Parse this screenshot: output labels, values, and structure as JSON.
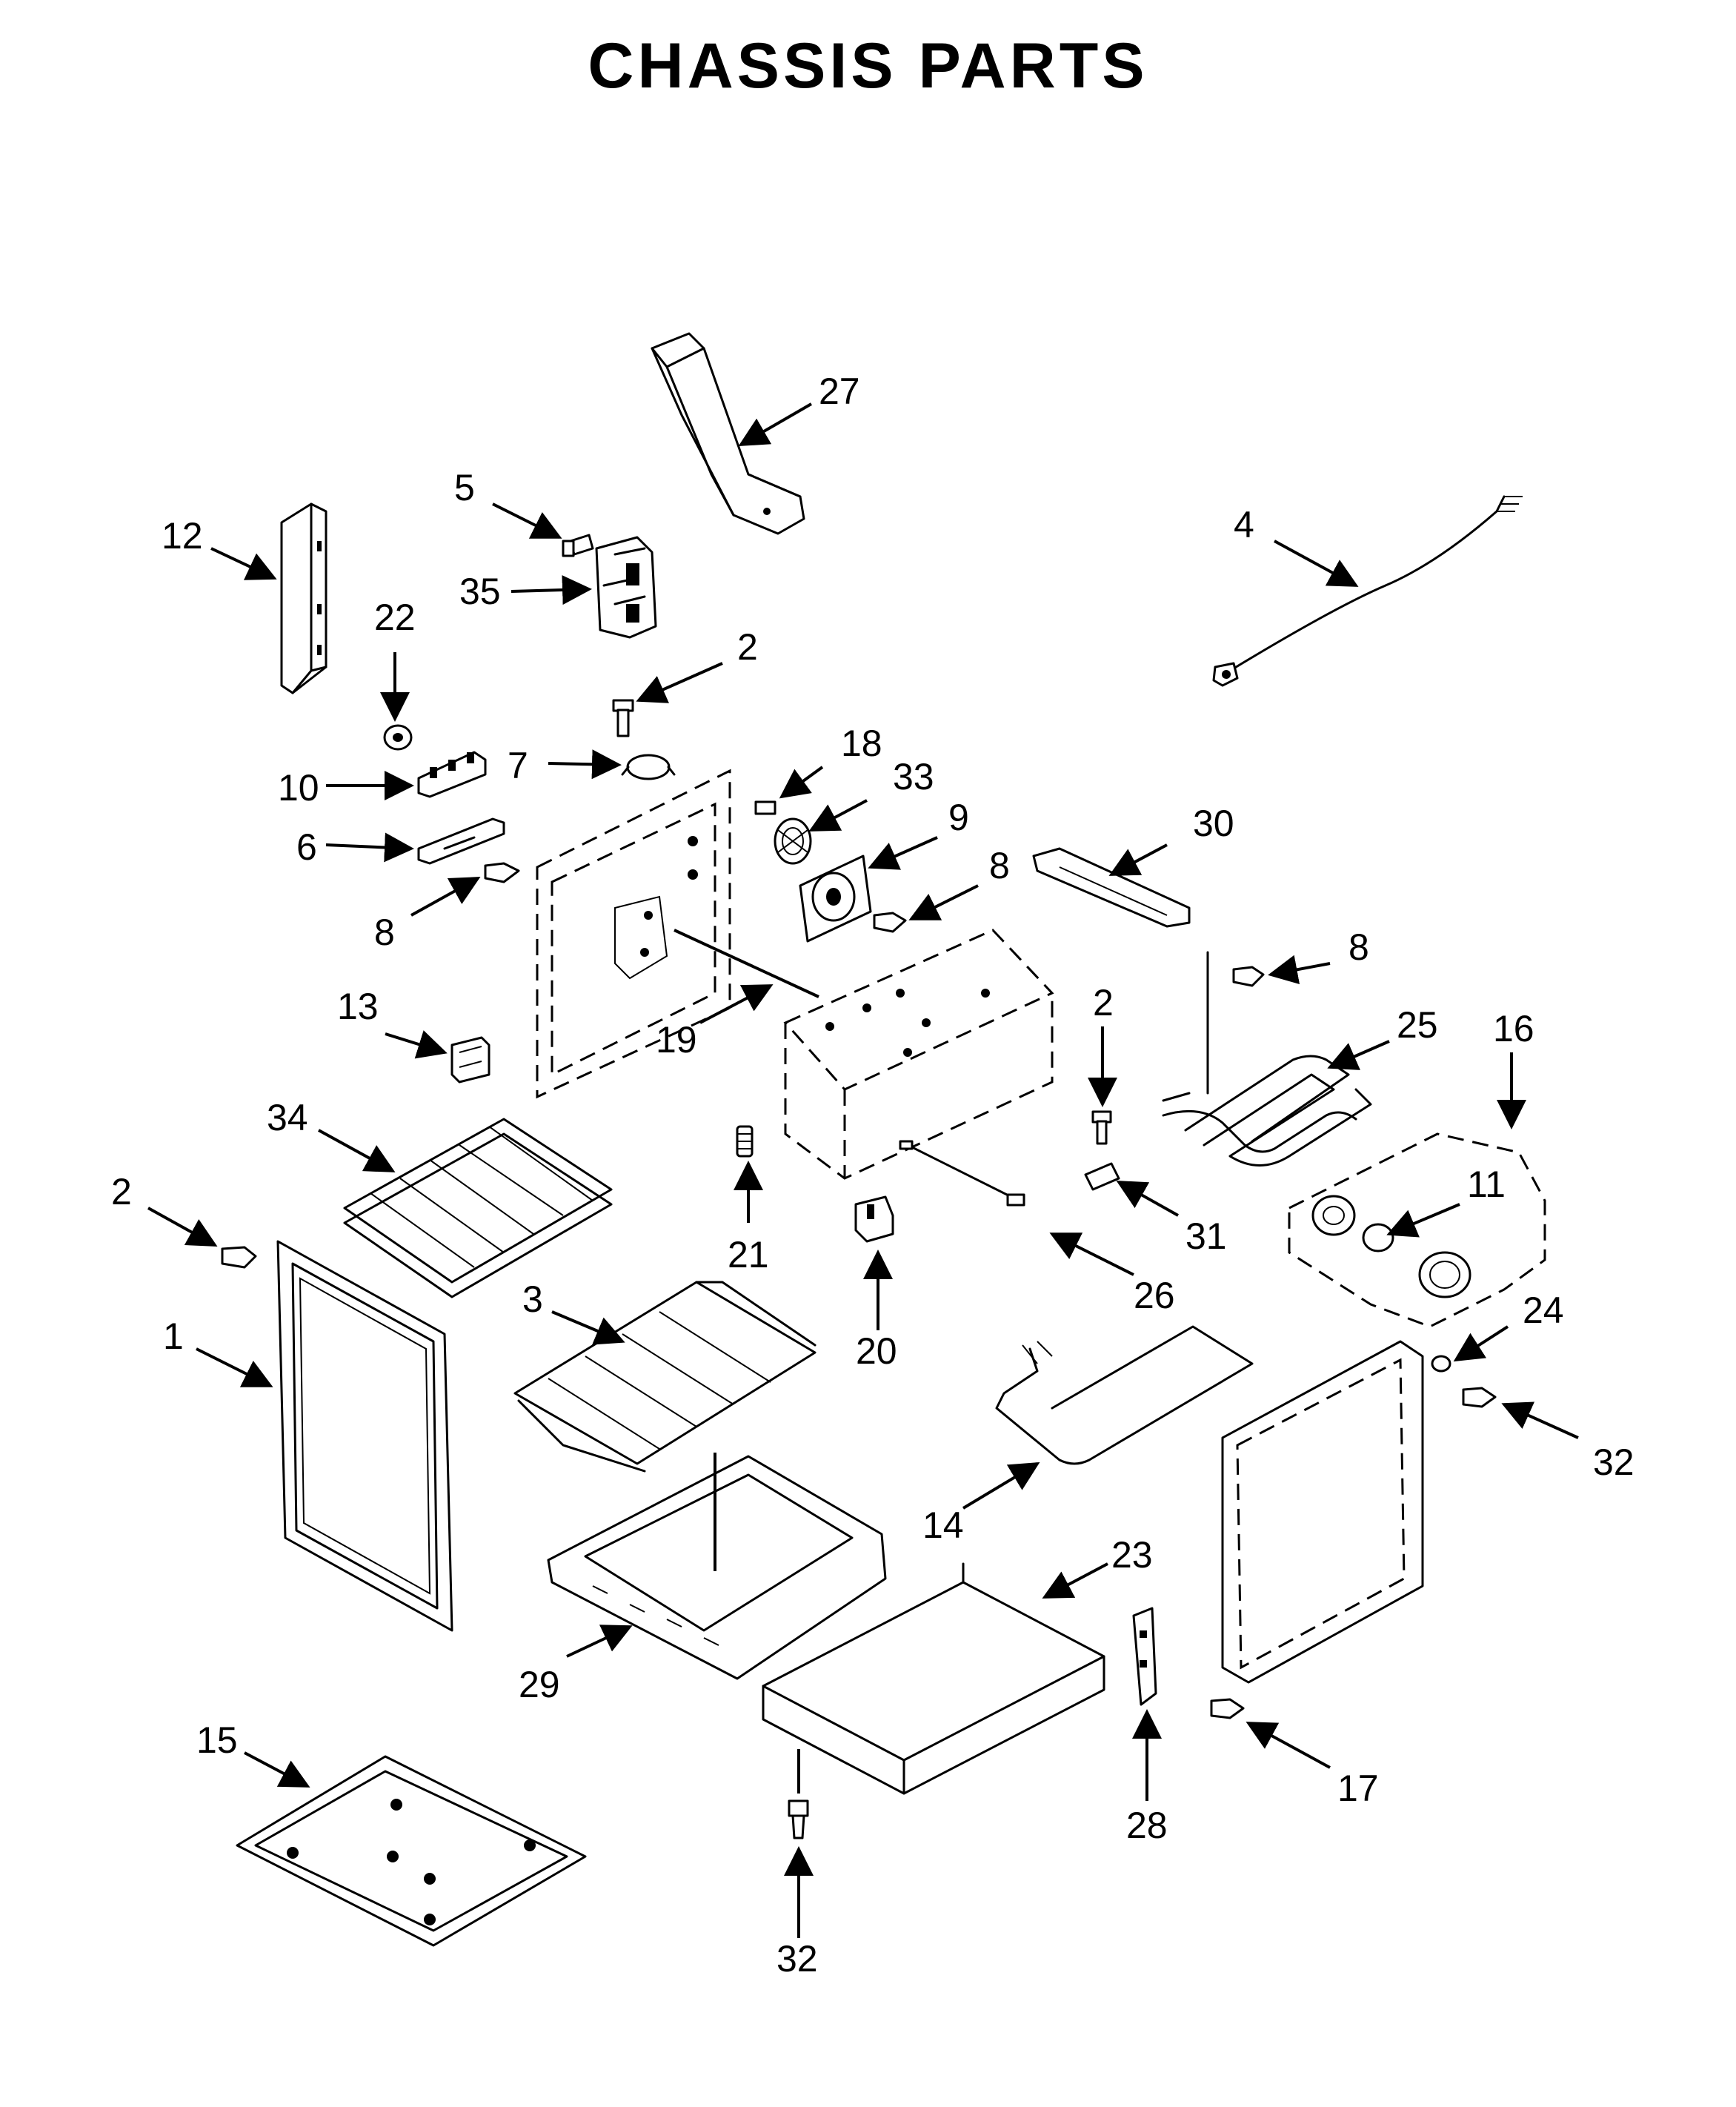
{
  "title": "CHASSIS PARTS",
  "callouts": [
    {
      "id": "c27",
      "label": "27"
    },
    {
      "id": "c5",
      "label": "5"
    },
    {
      "id": "c12",
      "label": "12"
    },
    {
      "id": "c35",
      "label": "35"
    },
    {
      "id": "c4",
      "label": "4"
    },
    {
      "id": "c22",
      "label": "22"
    },
    {
      "id": "c2a",
      "label": "2"
    },
    {
      "id": "c7",
      "label": "7"
    },
    {
      "id": "c18",
      "label": "18"
    },
    {
      "id": "c10",
      "label": "10"
    },
    {
      "id": "c33",
      "label": "33"
    },
    {
      "id": "c9",
      "label": "9"
    },
    {
      "id": "c30",
      "label": "30"
    },
    {
      "id": "c6",
      "label": "6"
    },
    {
      "id": "c8a",
      "label": "8"
    },
    {
      "id": "c8b",
      "label": "8"
    },
    {
      "id": "c8c",
      "label": "8"
    },
    {
      "id": "c13",
      "label": "13"
    },
    {
      "id": "c2b",
      "label": "2"
    },
    {
      "id": "c25",
      "label": "25"
    },
    {
      "id": "c16",
      "label": "16"
    },
    {
      "id": "c19",
      "label": "19"
    },
    {
      "id": "c34",
      "label": "34"
    },
    {
      "id": "c2c",
      "label": "2"
    },
    {
      "id": "c21",
      "label": "21"
    },
    {
      "id": "c11",
      "label": "11"
    },
    {
      "id": "c31",
      "label": "31"
    },
    {
      "id": "c3",
      "label": "3"
    },
    {
      "id": "c26",
      "label": "26"
    },
    {
      "id": "c1",
      "label": "1"
    },
    {
      "id": "c20",
      "label": "20"
    },
    {
      "id": "c24",
      "label": "24"
    },
    {
      "id": "c32a",
      "label": "32"
    },
    {
      "id": "c14",
      "label": "14"
    },
    {
      "id": "c23",
      "label": "23"
    },
    {
      "id": "c29",
      "label": "29"
    },
    {
      "id": "c15",
      "label": "15"
    },
    {
      "id": "c17",
      "label": "17"
    },
    {
      "id": "c28",
      "label": "28"
    },
    {
      "id": "c32b",
      "label": "32"
    }
  ]
}
